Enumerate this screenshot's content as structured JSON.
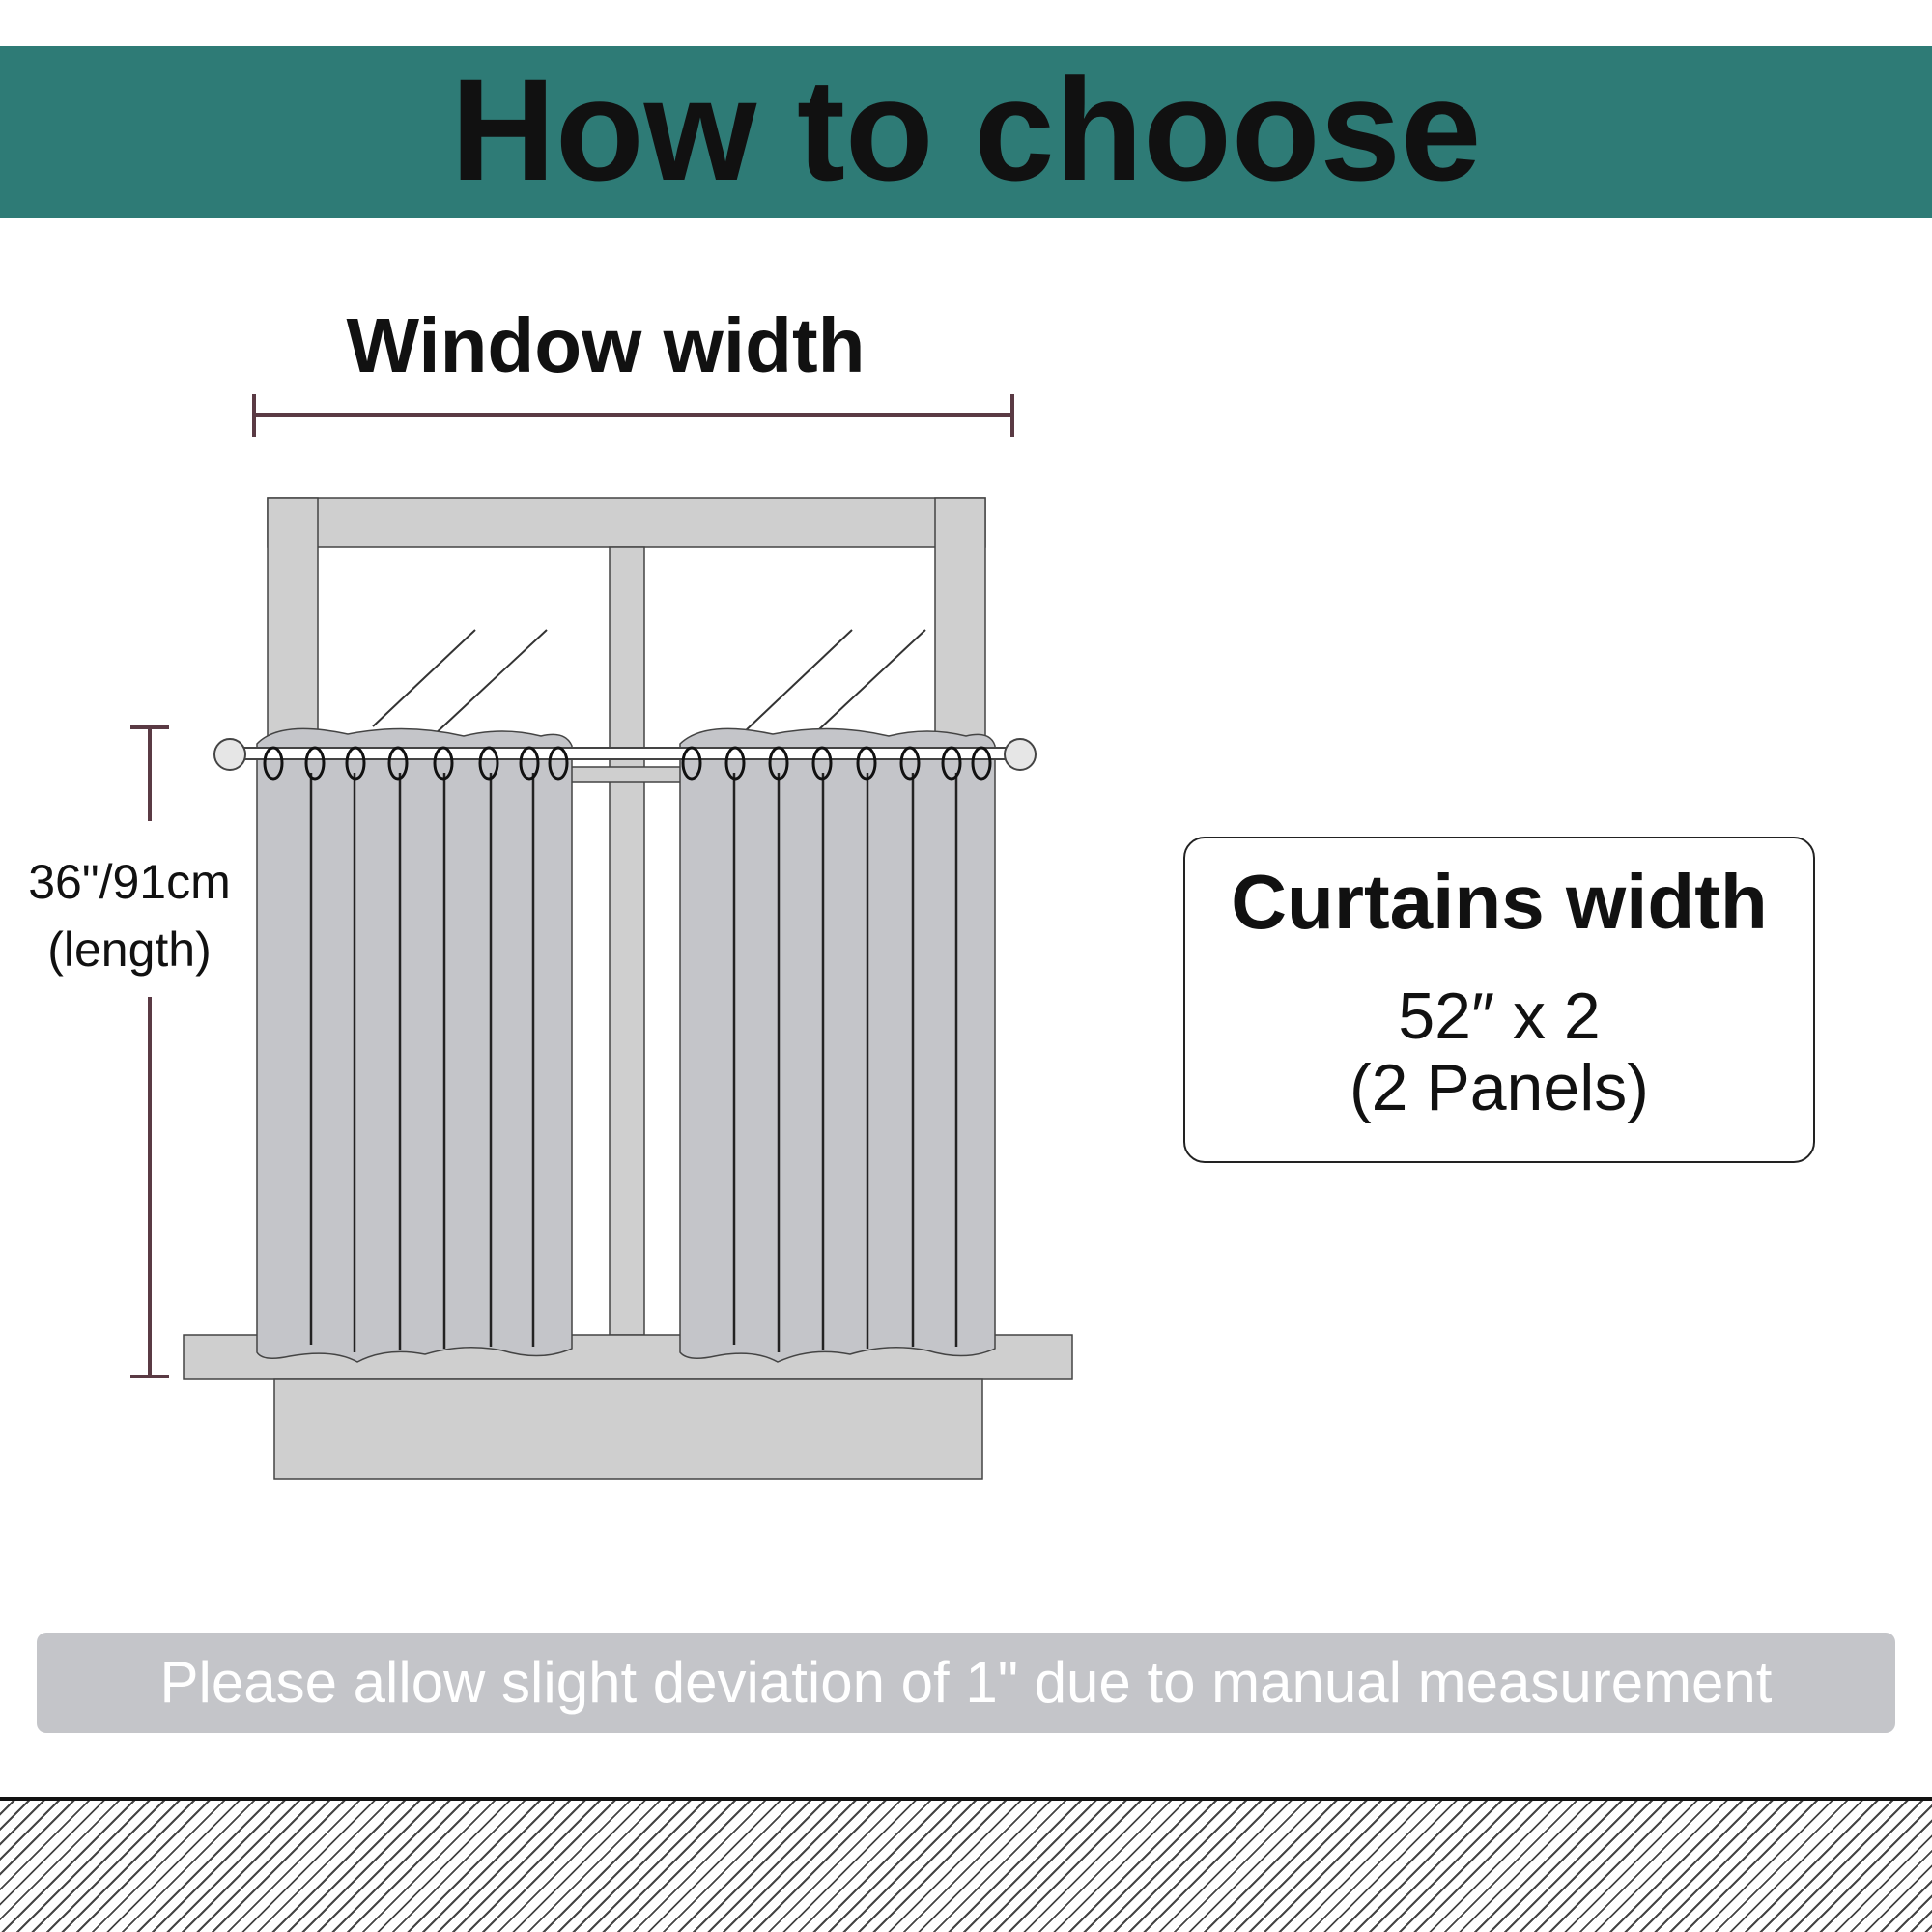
{
  "header": {
    "title": "How to choose",
    "background_color": "#2e7b76"
  },
  "diagram": {
    "window_width_label": "Window width",
    "length_value": "36\"/91cm",
    "length_caption": "(length)",
    "curtain_color": "#c4c5c9",
    "frame_color": "#cfcfcf",
    "dimension_line_color": "#5a3a44"
  },
  "info_box": {
    "title": "Curtains width",
    "value": "52″ x 2",
    "sub": "(2 Panels)"
  },
  "note": {
    "text": "Please allow slight deviation of 1\" due to manual measurement"
  }
}
